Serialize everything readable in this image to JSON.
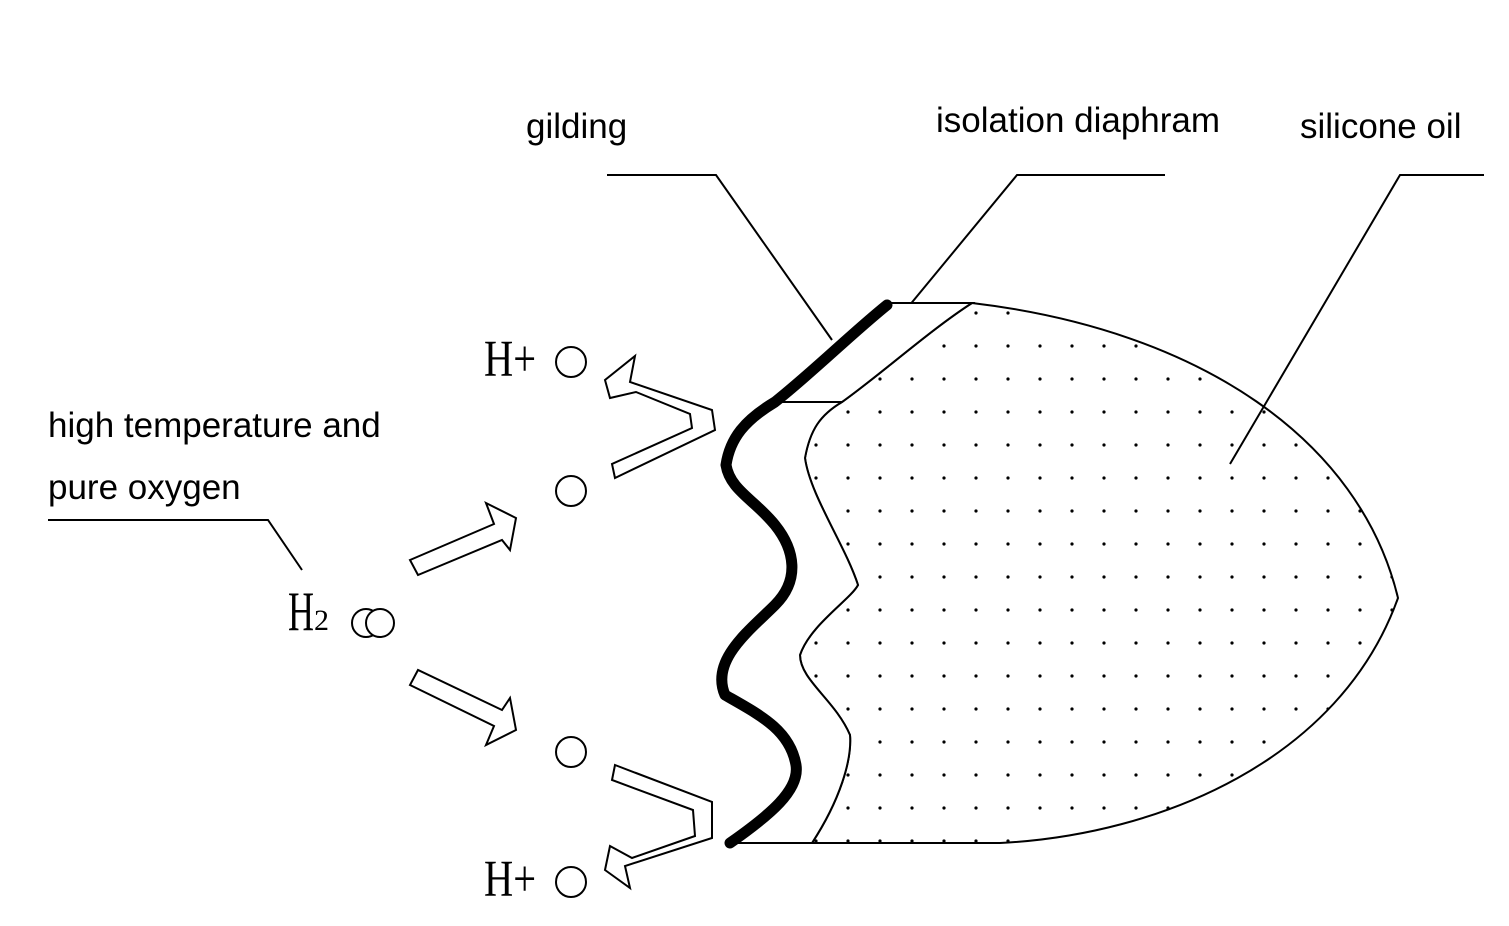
{
  "labels": {
    "gilding": "gilding",
    "isolation_diaphram": "isolation diaphram",
    "silicone_oil": "silicone oil",
    "high_temp_line1": "high temperature and",
    "high_temp_line2": "pure oxygen"
  },
  "chemistry": {
    "hydrogen_ion": "H+",
    "hydrogen_molecule_base": "H",
    "hydrogen_molecule_subscript": "2"
  }
}
